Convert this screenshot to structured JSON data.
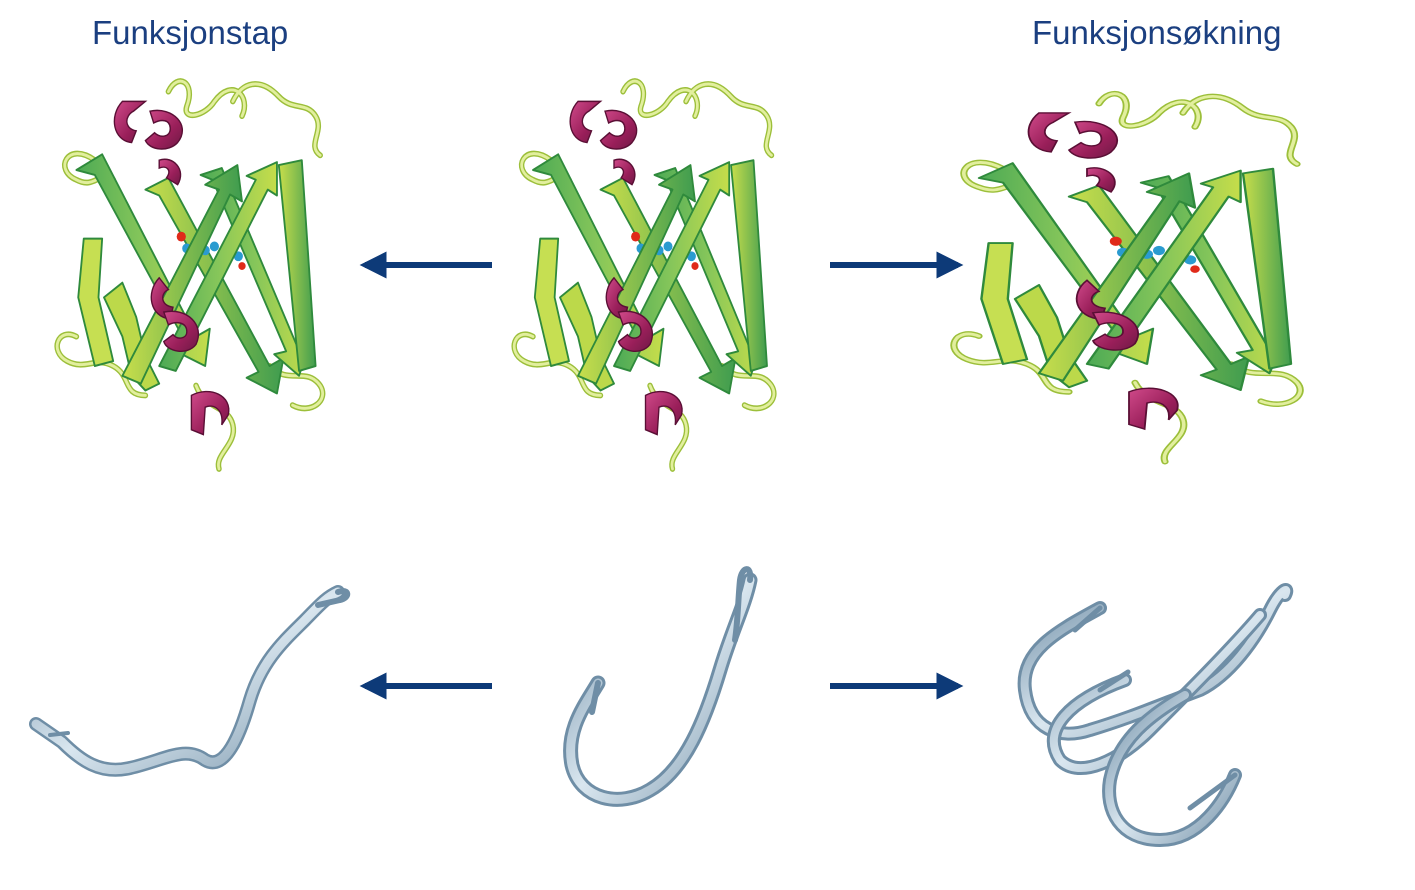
{
  "titles": {
    "loss_of_function": "Funksjonstap",
    "gain_of_function": "Funksjonsøkning"
  },
  "colors": {
    "title": "#1b3f80",
    "arrow": "#0d3a78",
    "strand_green": "#5cb85a",
    "strand_light": "#b5d94a",
    "helix": "#a3245f",
    "loop": "#d6e88a",
    "hook_steel": "#8fa9bd"
  },
  "rows": [
    {
      "name": "protein",
      "panels": [
        "loss-protein",
        "normal-protein",
        "gain-protein"
      ]
    },
    {
      "name": "hook",
      "panels": [
        "bent-hook",
        "single-hook",
        "double-hook"
      ]
    }
  ]
}
